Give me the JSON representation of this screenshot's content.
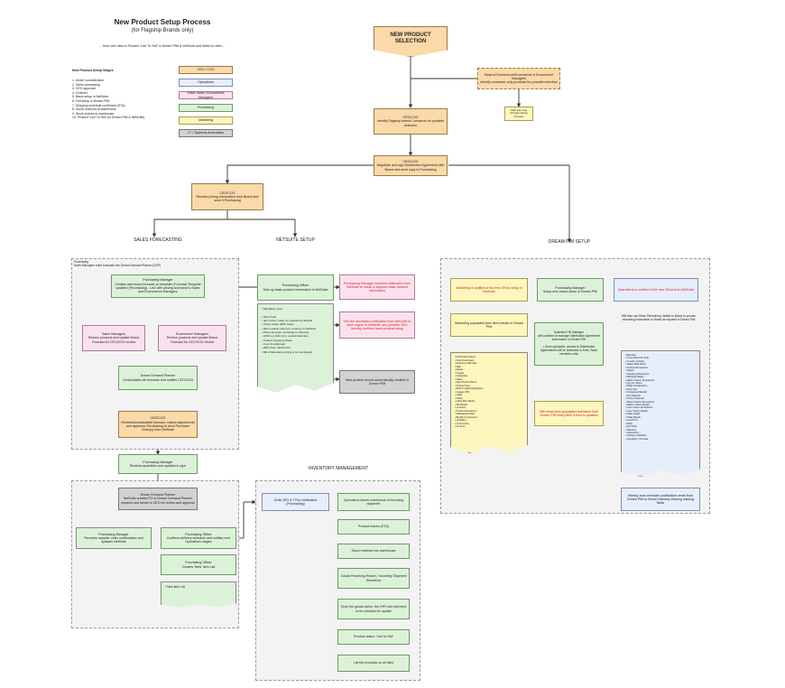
{
  "title": "New Product Setup Process",
  "subtitle": "(for Flagship Brands only)",
  "tagline": "-- from new idea to Product 'Live To Sell' in Dream PIM & NetSuite and listed on sites --",
  "stages": {
    "heading": "New Product Setup Stages",
    "items": "1. Under consideration\n2. Sales forecasting\n3. CEO approval\n4. Ordered\n5. Basic setup in NetSuite\n6. Full setup in Dream PIM\n7. Shipping schedule confirmed (ETA)\n8. Stock received at warehouse\n9. Stock checks in warehouse\n10. Product 'Live To Sell' (in Dream PIM & NetSuite)"
  },
  "legend": {
    "ceo": "CEO / COO",
    "operations": "Operations",
    "trade": "Trade Sales / Ecommerce Managers",
    "purchasing": "Purchasing",
    "marketing": "Marketing",
    "it": "I.T. / Systems Automation"
  },
  "sections": {
    "sales": "SALES FORECASTING",
    "netsuite": "NETSUITE SETUP",
    "pim": "DREAM PIM SETUP",
    "inventory": "INVENTORY MANAGEMENT"
  },
  "top": {
    "selection": "NEW PRODUCT SELECTION",
    "head_ecom": "Head of Ecommerce/Ecommerce & Ecommerce Managers\nIdentify consumer-only products for possible selection",
    "ceo_identify": "CEO/COO\nIdentify Flagship brands / products for possible selection",
    "ceo_negotiate": "CEO/COO\nNegotiate and sign Distribution Agreement with Brand and send copy to Purchasing",
    "ceo_receive": "CEO/COO\nReceive pricing information from Brand and send it Purchasing",
    "sop_note": "SOP into new Product Setup Process"
  },
  "sales": {
    "region_note": "Purchasing\nSales Managers enter forecasts into Dream Demand Planner (DDP)",
    "pm_create": "Purchasing Manager\nCreates new brand forecast on template (Forecast Template updated (Purchasing) - LeD with pricing and send to Sales and Ecommerce Managers",
    "sales_mgrs": "Sales Managers\nReview products and update Brand Forecast for CEO/COO review",
    "ecom_mgrs": "Ecommerce Managers\nReview products and update Brand Forecast for CEO/COO review",
    "ddp_consolidate": "Dream Demand Planner\nConsolidates all forecasts and notifies CEO/COO",
    "ceo_review": "CEO/COO\nReviews/consolidated forecast, makes adjustments and approves Purchasing to send Purchase Order(s) from NetSuite",
    "pm_review": "Purchasing Manager\nReviews quantities and updates in pipe"
  },
  "ordering": {
    "ddp_notify": "Dream Demand Planner\nNetSuite creates PO in Dream Demand Planner requires and sends to CEO for review and approval",
    "pm_receive": "Purchasing Manager\nReceives supplier order confirmation and updates NetSuite",
    "po_confirm": "Purchasing Officer\nConfirms delivery schedule and notifies next Operations stages",
    "po_list": "Purchasing Officer\nCreates 'New' Item List",
    "new_item_list": "• New Item List"
  },
  "netsuite": {
    "po_setup": "Purchasing Officer\nSets up basic product information in NetSuite",
    "fields": "* Mandatory field\n\n• SKU Code\n• Item name / label, as supplied by Brands\n• Prices (retail, RRP, trade)\n• Main product price per currency, in NetSuite\n• Prices as given according to channels\n• UOM e.g. EAC (inc. product barcode)\n• Product Category Roles\n• Cost (Conditional)\n• RRP (from CEO/COO)\n• Bill of Materials (pricing to be completed)",
    "pm_notified": "Purchasing Manager receives notification from NetSuite to check & approve basic product information",
    "see_notif": "See the necessary notification from NetSuite to each region to establish any possible SKU overlay confirms basic product setup",
    "auto_created": "New product record automatically created in Dream PIM"
  },
  "pim": {
    "marketing_notified": "Marketing is notified of the new SKUs setup in NetSuite",
    "pm_setup": "Purchasing Manager\nSetup new brand name in Dream PIM",
    "ops_notified": "Operations is notified of the new SKUs from NetSuite",
    "marketing_populate": "Marketing populates New Item results in Dream PIM",
    "marketing_fields": "• Full Product Name\n• Short Description\n• Features & Benefits\n• Web\n• Media\n• Images\n• Categories\n• Filters\n• Web Product Name\n• Product Type\n• Brand Image/Infographics\n• Images (VR)\n• Video\n• Fabric\n• Video Rich Media\n• 3D Models\n• HI Specs\n• Product Description\n• Marketplace Data\n• Bundle Components\n• HI Rating\n• HI Summary\n• HI Items",
    "asst_mgr": "Assistant HR Manager\nwill continue to manage Distribution Agreement information in Dream PIM\n\n• Once uploaded, access to Distribution Agreements will be restricted to Exec Team members only",
    "ops_fields_note": "Will then use those 'Remaining' details to Brand to provide remaining information to Brand as required in Dream PIM",
    "ops_fields": "• Barcode\n• Commodity HS Code\n• Country of Origin\n• Safety Data Sheet\n• Product Dimensions\n• Weight\n• Shipping Dimensions\n• Shipping Weight\n• Master Carton Dimensions\n• Qty per Carton\n• Pallet Configuration\n• Pack Size\n• Packaging Material\n• Item Material\n• Product Material\n• Master Carton Dimensions\n• Master Carton Weight\n• Inner Carton Dimensions\n• Inner Carton Weight\n• Pallet Height\n• Pallet Weight\n• Lead Time\n• MOQ\n• Min Order\n• Warranty\n• Instructions\n• Testing Certificates\n• Ingredient / Formula",
    "email_notice": "Will email auto-populated last/latest from Dream PIM every time a field is updated",
    "weekly": "Weekly auto-reminder (notification email from Dream PIM to Brand Owners) chasing missing fields"
  },
  "inventory": {
    "order_notif": "Order (PO & TO's) notification (Purchasing)",
    "ops_inform": "Operations inform warehouse of incoming shipment",
    "product_leaves": "Product leaves (ETA)",
    "stock_received": "Stock received into warehouse",
    "goods_report": "Goods Receiving Report / Incoming Shipment Sheet/Doc",
    "goods_arrive": "Once the goods arrive, the GPS info will need to be checked for update",
    "live": "Product status: 'Live to Sell'",
    "list_sites": "List the products on all sites"
  }
}
